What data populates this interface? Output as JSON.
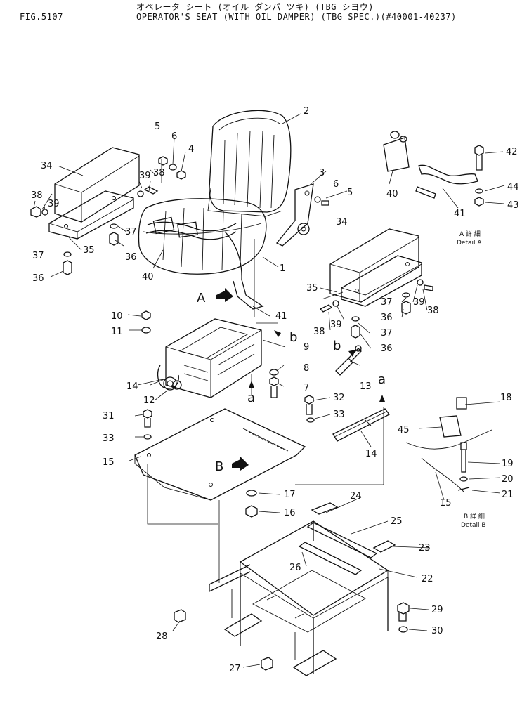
{
  "header": {
    "fig_label": "FIG.5107",
    "title_jp": "オペレータ シート (オイル ダンパ ツキ) (TBG シヨウ)",
    "title_en": "OPERATOR'S SEAT (WITH OIL DAMPER) (TBG SPEC.)(#40001-40237)"
  },
  "callouts": {
    "c1": "1",
    "c2": "2",
    "c3": "3",
    "c4": "4",
    "c5a": "5",
    "c5b": "5",
    "c6a": "6",
    "c6b": "6",
    "c7": "7",
    "c8": "8",
    "c9": "9",
    "c10": "10",
    "c11": "11",
    "c12": "12",
    "c13": "13",
    "c14a": "14",
    "c14b": "14",
    "c15a": "15",
    "c15b": "15",
    "c16": "16",
    "c17": "17",
    "c18": "18",
    "c19": "19",
    "c20": "20",
    "c21": "21",
    "c22": "22",
    "c23": "23",
    "c24": "24",
    "c25": "25",
    "c26": "26",
    "c27": "27",
    "c28": "28",
    "c29": "29",
    "c30": "30",
    "c31": "31",
    "c32": "32",
    "c33a": "33",
    "c33b": "33",
    "c34a": "34",
    "c34b": "34",
    "c35a": "35",
    "c35b": "35",
    "c36a": "36",
    "c36b": "36",
    "c36c": "36",
    "c36d": "36",
    "c37a": "37",
    "c37b": "37",
    "c37c": "37",
    "c37d": "37",
    "c38a": "38",
    "c38b": "38",
    "c38c": "38",
    "c38d": "38",
    "c39a": "39",
    "c39b": "39",
    "c39c": "39",
    "c39d": "39",
    "c40a": "40",
    "c40b": "40",
    "c41a": "41",
    "c41b": "41",
    "c42": "42",
    "c43": "43",
    "c44": "44",
    "c45": "45"
  },
  "markers": {
    "view_a": "A",
    "view_b": "B",
    "conn_a1": "a",
    "conn_a2": "a",
    "conn_b1": "b",
    "conn_b2": "b"
  },
  "details": {
    "detail_a_jp": "A 詳 細",
    "detail_a_en": "Detail A",
    "detail_b_jp": "B 詳 細",
    "detail_b_en": "Detail B"
  }
}
